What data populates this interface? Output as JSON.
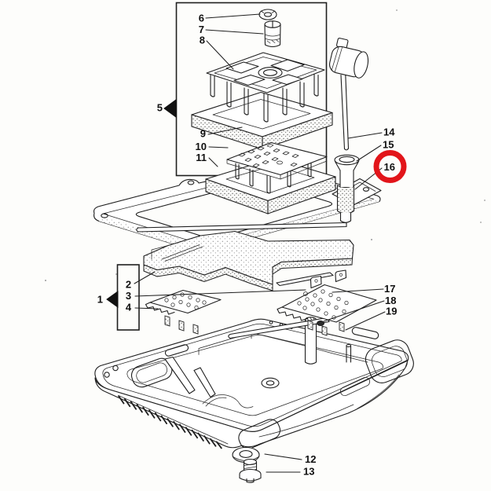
{
  "diagram": {
    "background": "#fdfdfb",
    "ink": "#1f1f1f",
    "highlight": {
      "part": "16",
      "color": "#e2151a"
    },
    "callouts": [
      {
        "label": "1"
      },
      {
        "label": "2"
      },
      {
        "label": "3"
      },
      {
        "label": "4"
      },
      {
        "label": "5"
      },
      {
        "label": "6"
      },
      {
        "label": "7"
      },
      {
        "label": "8"
      },
      {
        "label": "9"
      },
      {
        "label": "10"
      },
      {
        "label": "11"
      },
      {
        "label": "12"
      },
      {
        "label": "13"
      },
      {
        "label": "14"
      },
      {
        "label": "15"
      },
      {
        "label": "16"
      },
      {
        "label": "17"
      },
      {
        "label": "18"
      },
      {
        "label": "19"
      }
    ]
  }
}
